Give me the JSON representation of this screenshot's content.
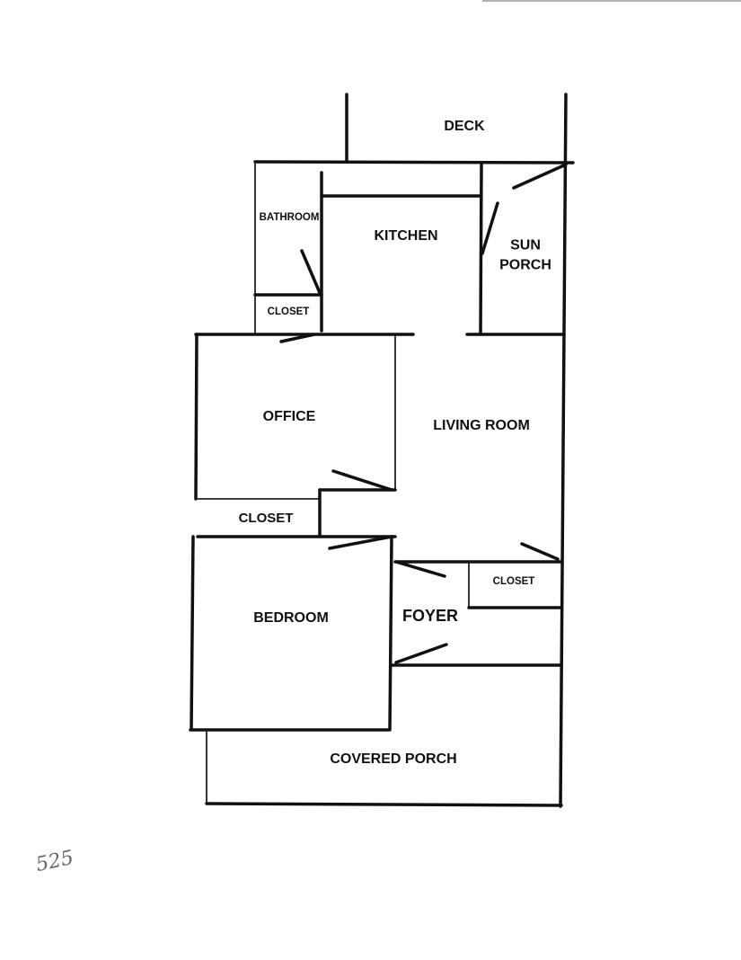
{
  "rooms": {
    "deck": "DECK",
    "kitchen": "KITCHEN",
    "bathroom": "BATHROOM",
    "closet_bath": "CLOSET",
    "sun_porch_line1": "SUN",
    "sun_porch_line2": "PORCH",
    "office": "OFFICE",
    "living_room": "LIVING ROOM",
    "closet_office": "CLOSET",
    "closet_foyer": "CLOSET",
    "bedroom": "BEDROOM",
    "foyer": "FOYER",
    "covered_porch": "COVERED PORCH"
  },
  "handwritten_note": "525"
}
